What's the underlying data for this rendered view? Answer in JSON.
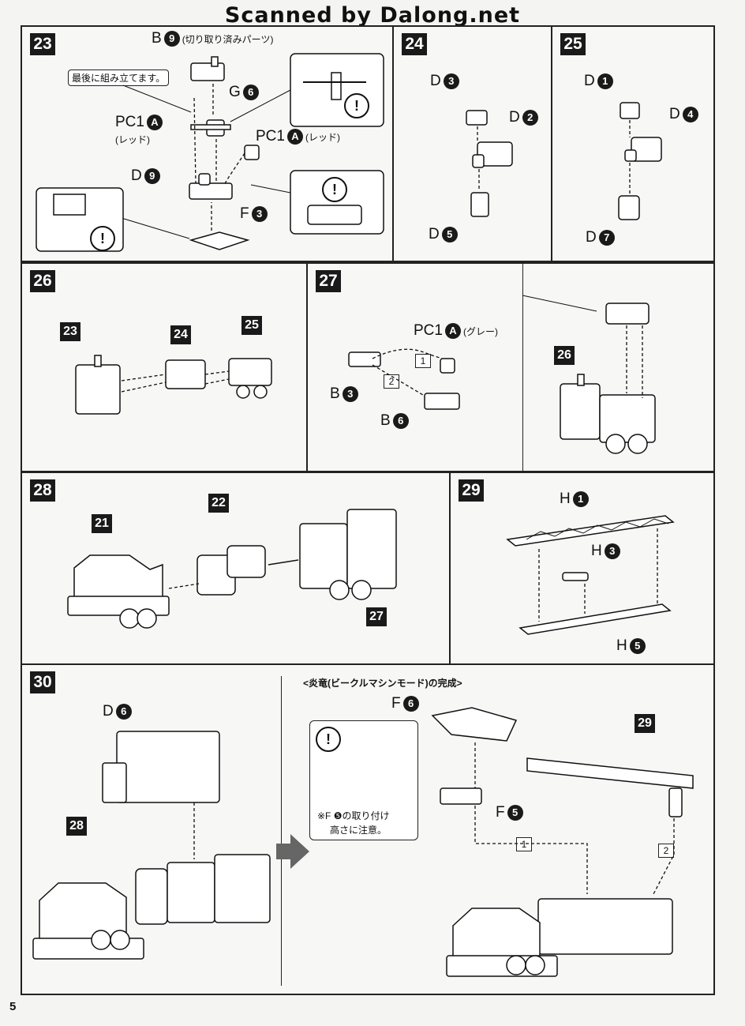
{
  "watermark": "Scanned by Dalong.net",
  "page_number": "5",
  "steps": {
    "s23": "23",
    "s24": "24",
    "s25": "25",
    "s26": "26",
    "s27": "27",
    "s28": "28",
    "s29": "29",
    "s30": "30"
  },
  "step23": {
    "b": "B",
    "b_num": "9",
    "b_note": "(切り取り済みパーツ)",
    "last_note": "最後に組み立てます。",
    "g": "G",
    "g_num": "6",
    "pc1_left": "PC1",
    "pc1_left_sub": "A",
    "pc1_left_color": "(レッド)",
    "pc1_right": "PC1",
    "pc1_right_sub": "A",
    "pc1_right_color": "(レッド)",
    "d": "D",
    "d_num": "9",
    "f": "F",
    "f_num": "3"
  },
  "step24": {
    "d3": "D",
    "d3_num": "3",
    "d2": "D",
    "d2_num": "2",
    "d5": "D",
    "d5_num": "5"
  },
  "step25": {
    "d1": "D",
    "d1_num": "1",
    "d4": "D",
    "d4_num": "4",
    "d7": "D",
    "d7_num": "7"
  },
  "step26": {
    "r23": "23",
    "r24": "24",
    "r25": "25"
  },
  "step27": {
    "pc1": "PC1",
    "pc1_sub": "A",
    "pc1_color": "(グレー)",
    "b3": "B",
    "b3_num": "3",
    "b6": "B",
    "b6_num": "6",
    "order1": "1",
    "order2": "2",
    "r26": "26"
  },
  "step28": {
    "r21": "21",
    "r22": "22",
    "r27": "27"
  },
  "step29": {
    "h1": "H",
    "h1_num": "1",
    "h3": "H",
    "h3_num": "3",
    "h5": "H",
    "h5_num": "5"
  },
  "step30": {
    "d6": "D",
    "d6_num": "6",
    "r28": "28",
    "complete_title": "<炎竜(ビークルマシンモード)の完成>",
    "f6": "F",
    "f6_num": "6",
    "f5": "F",
    "f5_num": "5",
    "r29": "29",
    "caution": "※F ❺の取り付け",
    "caution2": "高さに注意。",
    "order1": "1",
    "order2": "2"
  }
}
